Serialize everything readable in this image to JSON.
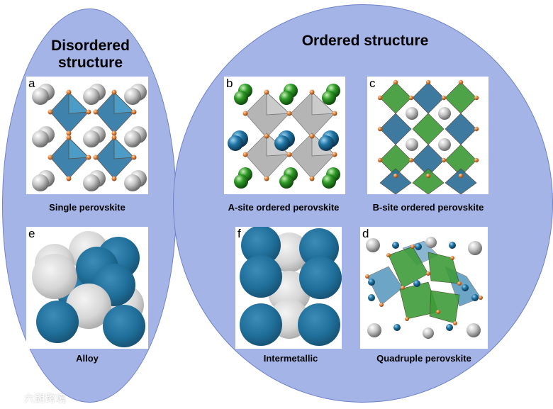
{
  "groups": {
    "disordered": {
      "title": "Disordered structure"
    },
    "ordered": {
      "title": "Ordered structure"
    }
  },
  "panels": {
    "a": {
      "letter": "a",
      "caption": "Single perovskite"
    },
    "b": {
      "letter": "b",
      "caption": "A-site ordered perovskite"
    },
    "c": {
      "letter": "c",
      "caption": "B-site ordered perovskite"
    },
    "e": {
      "letter": "e",
      "caption": "Alloy"
    },
    "f": {
      "letter": "f",
      "caption": "Intermetallic"
    },
    "d": {
      "letter": "d",
      "caption": "Quadruple perovskite"
    }
  },
  "watermark": {
    "text": "六朗跨境"
  },
  "colors": {
    "ellipse_fill": "#a4b4e6",
    "ellipse_border": "#6f82c8",
    "octahedron_blue": "#2e6f98",
    "octahedron_green": "#3a9a38",
    "octahedron_gray": "#a8a8a8",
    "oxygen_orange": "#e08a40",
    "atom_gray": "#c8c8c8",
    "atom_blue": "#1f6f9a",
    "atom_green": "#2f9a2a"
  }
}
